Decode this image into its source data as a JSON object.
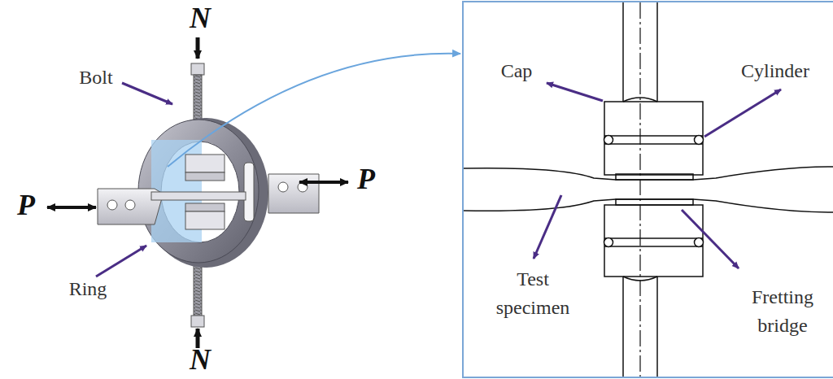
{
  "diagram": {
    "labels": [
      "N",
      "N",
      "P",
      "P",
      "Bolt",
      "Ring",
      "Cap",
      "Cylinder",
      "Test specimen",
      "Fretting bridge"
    ]
  }
}
